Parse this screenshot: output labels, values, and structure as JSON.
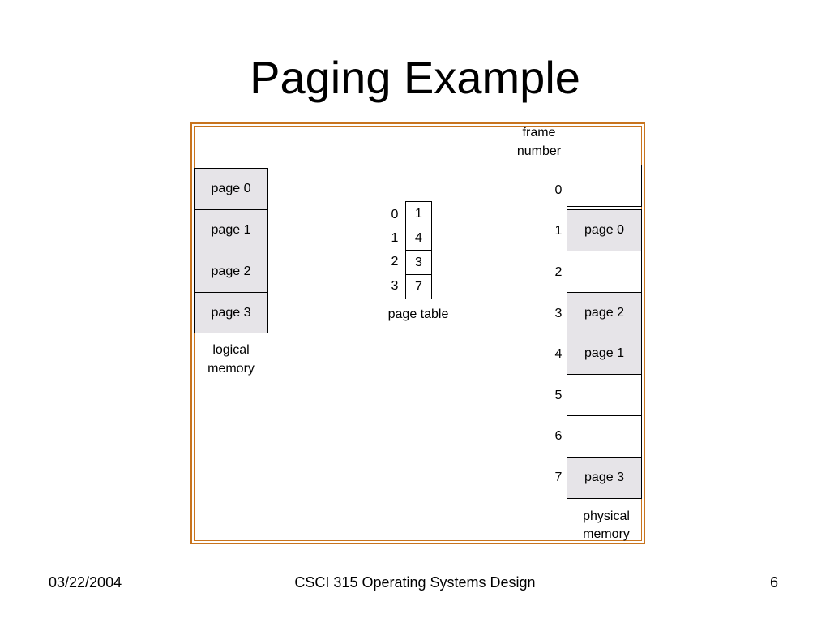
{
  "slide": {
    "title": "Paging Example",
    "footer": {
      "date": "03/22/2004",
      "course": "CSCI 315 Operating Systems Design",
      "page_number": "6"
    }
  },
  "diagram": {
    "border_color": "#c8741e",
    "page_fill_color": "#e6e4e8",
    "logical_memory": {
      "label_line1": "logical",
      "label_line2": "memory",
      "pages": [
        "page 0",
        "page 1",
        "page 2",
        "page 3"
      ]
    },
    "page_table": {
      "label": "page table",
      "entries": [
        {
          "index": "0",
          "frame": "1"
        },
        {
          "index": "1",
          "frame": "4"
        },
        {
          "index": "2",
          "frame": "3"
        },
        {
          "index": "3",
          "frame": "7"
        }
      ]
    },
    "physical_memory": {
      "header_line1": "frame",
      "header_line2": "number",
      "label_line1": "physical",
      "label_line2": "memory",
      "frames": [
        {
          "number": "0",
          "content": ""
        },
        {
          "number": "1",
          "content": "page 0"
        },
        {
          "number": "2",
          "content": ""
        },
        {
          "number": "3",
          "content": "page 2"
        },
        {
          "number": "4",
          "content": "page 1"
        },
        {
          "number": "5",
          "content": ""
        },
        {
          "number": "6",
          "content": ""
        },
        {
          "number": "7",
          "content": "page 3"
        }
      ]
    }
  }
}
